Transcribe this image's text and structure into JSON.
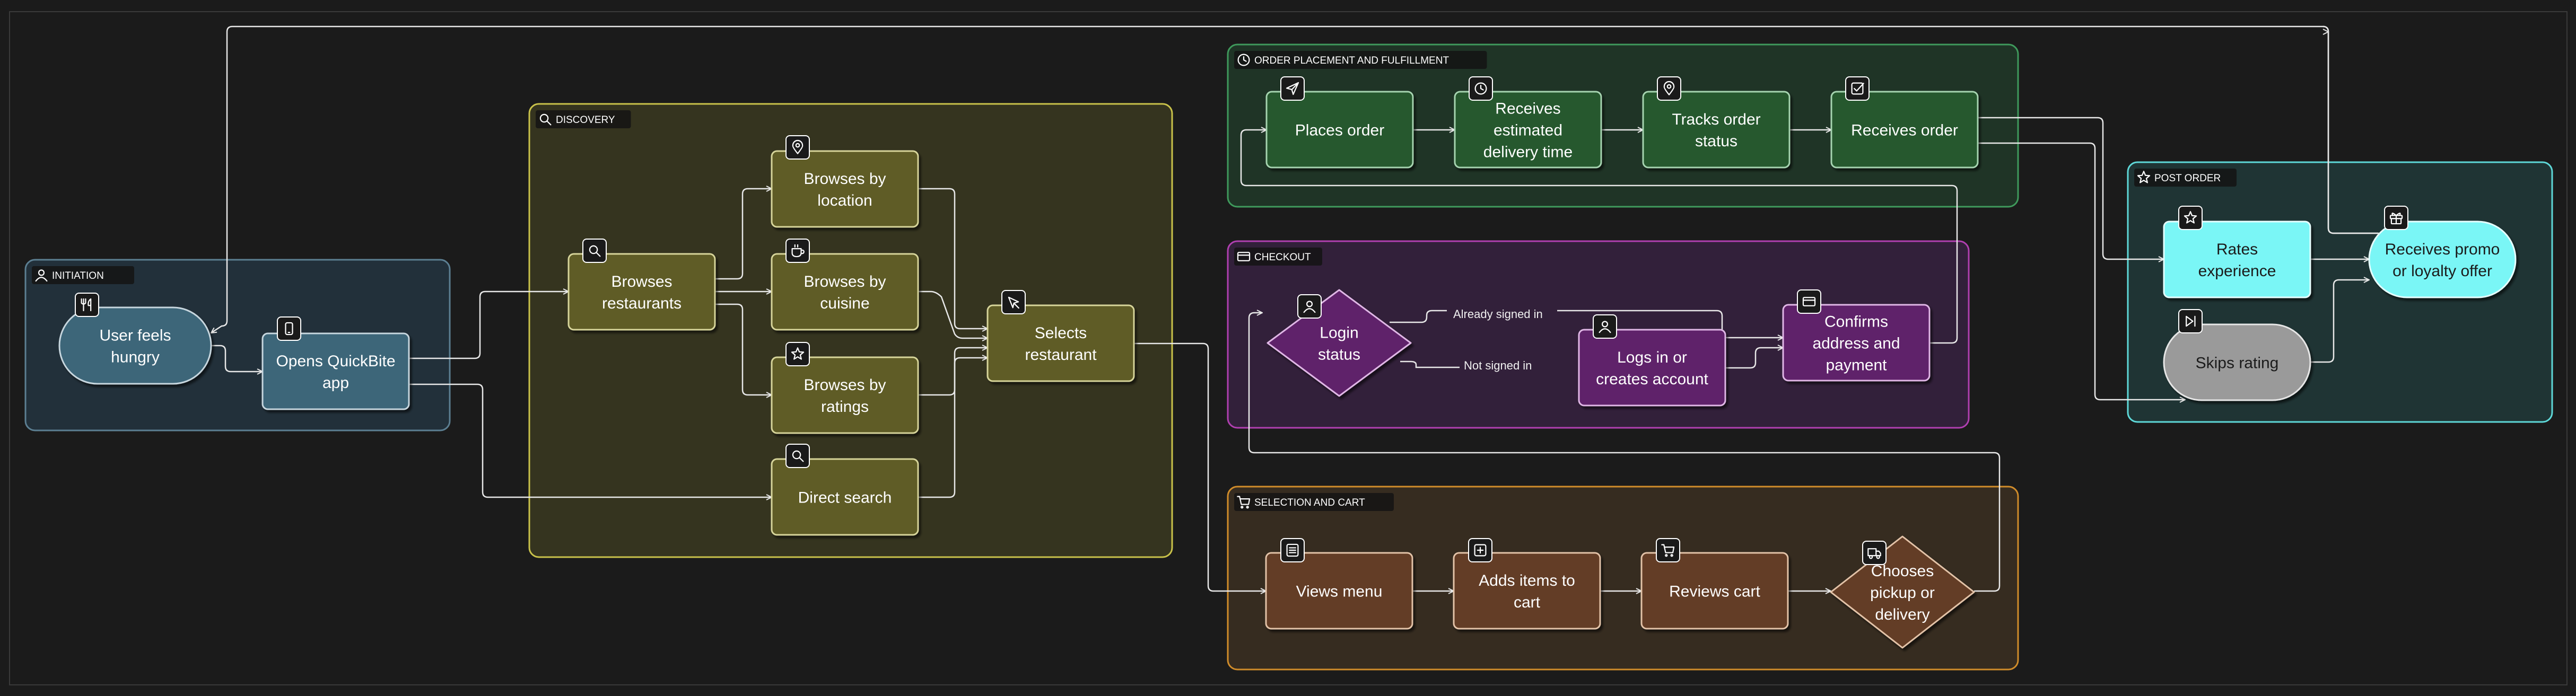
{
  "groups": {
    "initiation": {
      "title": "INITIATION",
      "color": "#5c7f92",
      "fill": "#22303a",
      "icon": "user-icon"
    },
    "discovery": {
      "title": "DISCOVERY",
      "color": "#c9c24a",
      "fill": "#35341f",
      "icon": "search-icon"
    },
    "order": {
      "title": "ORDER PLACEMENT AND FULFILLMENT",
      "color": "#3f9a5c",
      "fill": "#1f3426",
      "icon": "clock-icon"
    },
    "checkout": {
      "title": "CHECKOUT",
      "color": "#b03fb0",
      "fill": "#32203a",
      "icon": "card-icon"
    },
    "selection": {
      "title": "SELECTION AND CART",
      "color": "#d08c2a",
      "fill": "#362c20",
      "icon": "cart-icon"
    },
    "post": {
      "title": "POST ORDER",
      "color": "#5ed8d8",
      "fill": "#1f3434",
      "icon": "star-icon"
    }
  },
  "nodes": {
    "hungry": {
      "lines": [
        "User feels",
        "hungry"
      ],
      "icon": "utensils-icon"
    },
    "opens": {
      "lines": [
        "Opens QuickBite",
        "app"
      ],
      "icon": "phone-icon"
    },
    "browse_rest": {
      "lines": [
        "Browses",
        "restaurants"
      ],
      "icon": "search-icon"
    },
    "by_loc": {
      "lines": [
        "Browses by",
        "location"
      ],
      "icon": "pin-icon"
    },
    "by_cuisine": {
      "lines": [
        "Browses by",
        "cuisine"
      ],
      "icon": "cup-icon"
    },
    "by_ratings": {
      "lines": [
        "Browses by",
        "ratings"
      ],
      "icon": "star-icon"
    },
    "direct": {
      "lines": [
        "Direct search"
      ],
      "icon": "search-icon"
    },
    "selects": {
      "lines": [
        "Selects",
        "restaurant"
      ],
      "icon": "pointer-icon"
    },
    "places": {
      "lines": [
        "Places order"
      ],
      "icon": "send-icon"
    },
    "est": {
      "lines": [
        "Receives",
        "estimated",
        "delivery time"
      ],
      "icon": "clock-icon"
    },
    "tracks": {
      "lines": [
        "Tracks order",
        "status"
      ],
      "icon": "pin-icon"
    },
    "receives": {
      "lines": [
        "Receives order"
      ],
      "icon": "check-icon"
    },
    "login": {
      "lines": [
        "Login",
        "status"
      ],
      "icon": "user-icon"
    },
    "logs": {
      "lines": [
        "Logs in or",
        "creates account"
      ],
      "icon": "user-icon"
    },
    "confirms": {
      "lines": [
        "Confirms",
        "address and",
        "payment"
      ],
      "icon": "card-icon"
    },
    "views": {
      "lines": [
        "Views menu"
      ],
      "icon": "menu-icon"
    },
    "adds": {
      "lines": [
        "Adds items to",
        "cart"
      ],
      "icon": "plus-icon"
    },
    "reviews": {
      "lines": [
        "Reviews cart"
      ],
      "icon": "cart-icon"
    },
    "chooses": {
      "lines": [
        "Chooses",
        "pickup or",
        "delivery"
      ],
      "icon": "truck-icon"
    },
    "rates": {
      "lines": [
        "Rates",
        "experience"
      ],
      "icon": "star-icon"
    },
    "skips": {
      "lines": [
        "Skips rating"
      ],
      "icon": "skip-icon"
    },
    "promo": {
      "lines": [
        "Receives promo",
        "or loyalty offer"
      ],
      "icon": "gift-icon"
    }
  },
  "edge_labels": {
    "already": "Already signed in",
    "not": "Not signed in"
  }
}
